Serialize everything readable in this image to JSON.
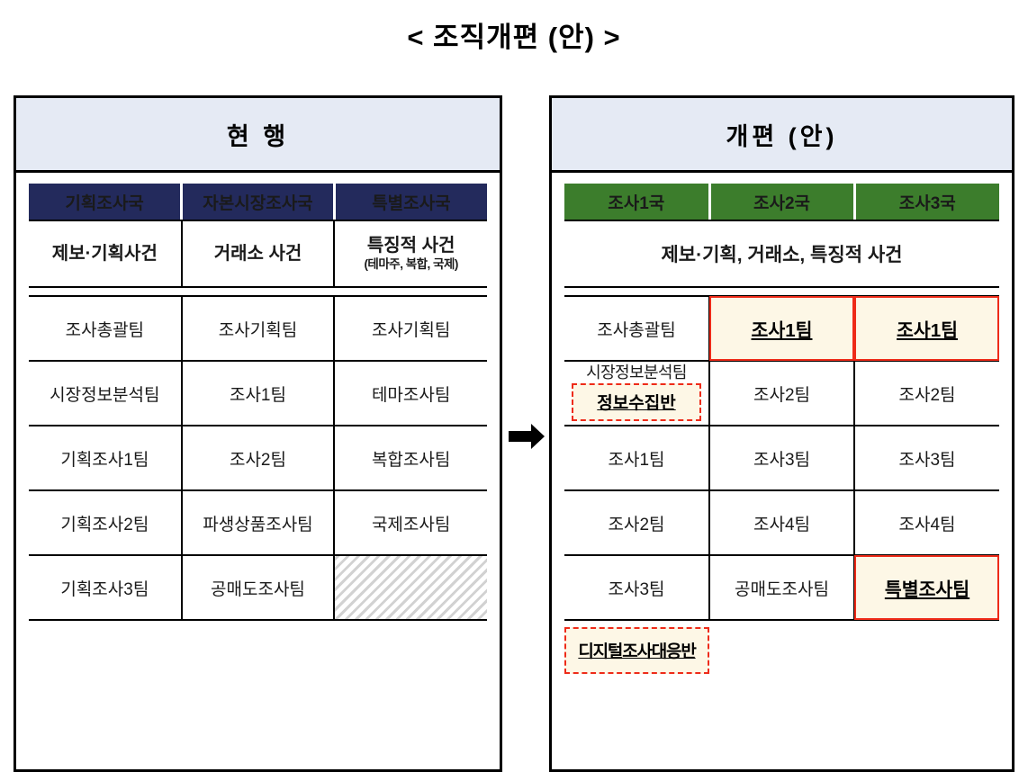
{
  "title": "< 조직개편 (안) >",
  "arrow_icon": "arrow-right",
  "colors": {
    "navy_header": "#232A5C",
    "green_header": "#3C7D2C",
    "panel_title_bg": "#E5EAF4",
    "highlight_fill": "#FDF7E6",
    "highlight_border": "#EE2B19",
    "border": "#000000"
  },
  "current": {
    "heading": "현 행",
    "bureaus": [
      "기획조사국",
      "자본시장조사국",
      "특별조사국"
    ],
    "scope": [
      {
        "main": "제보·기획사건",
        "sub": ""
      },
      {
        "main": "거래소 사건",
        "sub": ""
      },
      {
        "main": "특징적 사건",
        "sub": "(테마주, 복합, 국제)"
      }
    ],
    "rows": [
      [
        "조사총괄팀",
        "조사기획팀",
        "조사기획팀"
      ],
      [
        "시장정보분석팀",
        "조사1팀",
        "테마조사팀"
      ],
      [
        "기획조사1팀",
        "조사2팀",
        "복합조사팀"
      ],
      [
        "기획조사2팀",
        "파생상품조사팀",
        "국제조사팀"
      ],
      [
        "기획조사3팀",
        "공매도조사팀",
        ""
      ]
    ],
    "hatched_cell": {
      "row": 4,
      "col": 2
    }
  },
  "revised": {
    "heading": "개편 (안)",
    "bureaus": [
      "조사1국",
      "조사2국",
      "조사3국"
    ],
    "scope_merged": "제보·기획, 거래소, 특징적 사건",
    "rows": [
      [
        "조사총괄팀",
        "조사1팀",
        "조사1팀"
      ],
      [
        "시장정보분석팀",
        "조사2팀",
        "조사2팀"
      ],
      [
        "조사1팀",
        "조사3팀",
        "조사3팀"
      ],
      [
        "조사2팀",
        "조사4팀",
        "조사4팀"
      ],
      [
        "조사3팀",
        "공매도조사팀",
        "특별조사팀"
      ]
    ],
    "sub_unit_in_row1_col0": "정보수집반",
    "loose_unit": "디지털조사대응반",
    "highlights": [
      {
        "row": 0,
        "col": 1
      },
      {
        "row": 0,
        "col": 2
      },
      {
        "row": 4,
        "col": 2
      }
    ]
  }
}
